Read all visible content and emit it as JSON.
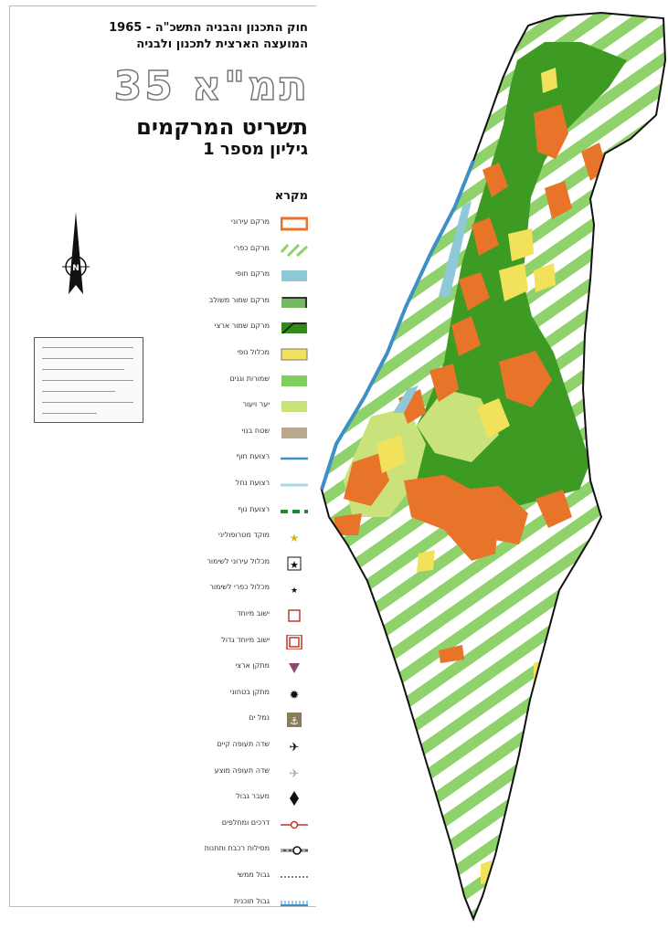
{
  "legend": {
    "header_lines": [
      "חוק התכנון והבניה התשכ\"ה - 1965",
      "המועצה הארצית לתכנון ולבניה"
    ],
    "plan_name": "תמ\"א 35",
    "sheet_title": "תשריט המרקמים",
    "sheet_number": "גיליון מספר 1",
    "legend_title": "מקרא",
    "items": [
      {
        "label": "מרקם עירוני",
        "swatch": "urban"
      },
      {
        "label": "מרקם כפרי",
        "swatch": "rural"
      },
      {
        "label": "מרקם חופי",
        "swatch": "coastal"
      },
      {
        "label": "מרקם שמור משולב",
        "swatch": "combined"
      },
      {
        "label": "מרקם שמור ארצי",
        "swatch": "national"
      },
      {
        "label": "מכלול נופי",
        "swatch": "landscape"
      },
      {
        "label": "שמורות וגנים",
        "swatch": "reserves"
      },
      {
        "label": "יער ויעור",
        "swatch": "forest"
      },
      {
        "label": "שטח בנוי",
        "swatch": "built"
      },
      {
        "label": "רצועת חוף",
        "swatch": "shore"
      },
      {
        "label": "רצועת נחל",
        "swatch": "stream"
      },
      {
        "label": "רצועת נוף",
        "swatch": "scenic"
      },
      {
        "label": "מוקד מטרופוליני",
        "swatch": "star"
      },
      {
        "label": "מכלול עירוני לשימור",
        "swatch": "star-box"
      },
      {
        "label": "מכלול כפרי לשימור",
        "swatch": "star-small"
      },
      {
        "label": "ישוב מיוחד",
        "swatch": "square"
      },
      {
        "label": "ישוב מיוחד גדול",
        "swatch": "square-big"
      },
      {
        "label": "מתקן ארצי",
        "swatch": "triangle"
      },
      {
        "label": "מתקן בטחוני",
        "swatch": "burst"
      },
      {
        "label": "נמל ים",
        "swatch": "anchor"
      },
      {
        "label": "שדה תעופה קיים",
        "swatch": "plane"
      },
      {
        "label": "שדה תעופה מוצע",
        "swatch": "plane-light"
      },
      {
        "label": "מעבר גבול",
        "swatch": "diamond"
      },
      {
        "label": "דרכים ומחלפים",
        "swatch": "road"
      },
      {
        "label": "מסילות רכבת ותחנות",
        "swatch": "rail"
      },
      {
        "label": "גבול ממשי",
        "swatch": "dotted"
      },
      {
        "label": "גבול תוכנית",
        "swatch": "plan-border"
      }
    ]
  },
  "colors": {
    "urban": "#e8742a",
    "rural": "#8fd16a",
    "coastal": "#8fc9d8",
    "combined": "#3a9a1e",
    "national": "#2f8a18",
    "landscape": "#f2e15a",
    "reserves": "#7fcf5f",
    "forest": "#c9e27a",
    "built": "#b8a890",
    "shore": "#3e8fc6",
    "stream": "#a8d6ea",
    "scenic": "#1a8a2a",
    "star": "#d9b21a",
    "square": "#c0392b",
    "triangle": "#8a4a6a",
    "anchor": "#8a7e5a"
  },
  "icons": [
    "north-arrow-icon",
    "approval-stamp"
  ]
}
